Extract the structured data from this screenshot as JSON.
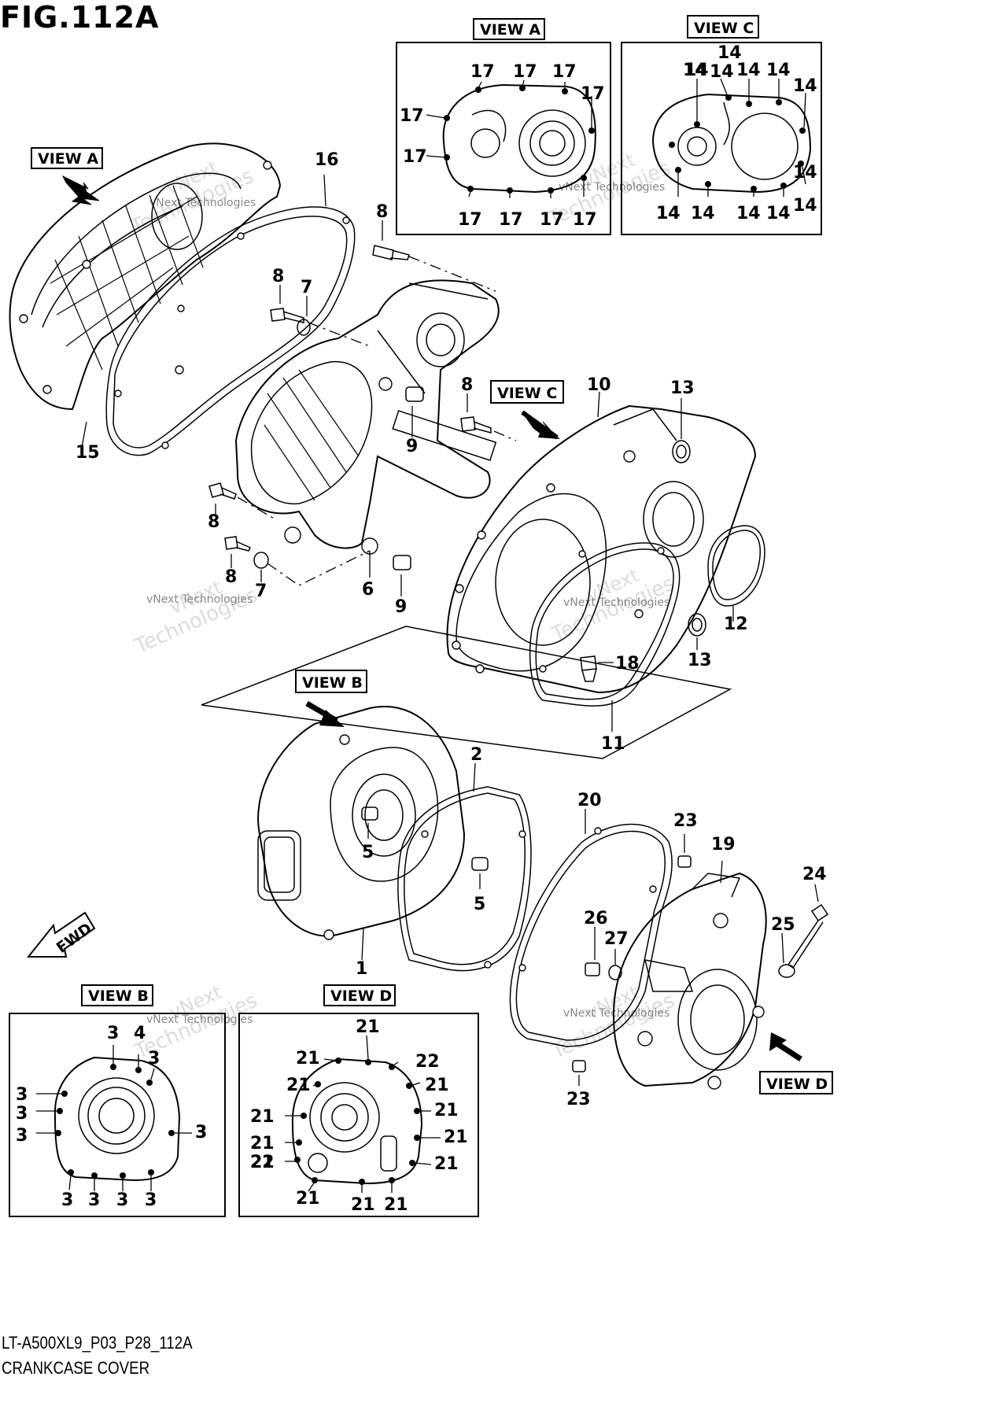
{
  "figure_title": "FIG.112A",
  "footer": {
    "model_code": "LT-A500XL9_P03_P28_112A",
    "group_name": "CRANKCASE COVER"
  },
  "view_labels": {
    "view_a": "VIEW A",
    "view_b": "VIEW B",
    "view_c": "VIEW C",
    "view_d": "VIEW D"
  },
  "fwd_label": "FWD",
  "watermark": {
    "line1": "vNext",
    "line2": "Technologies",
    "line3": "vNext Technologies"
  },
  "callouts": {
    "main": [
      "16",
      "15",
      "8",
      "8",
      "7",
      "8",
      "9",
      "8",
      "8",
      "7",
      "6",
      "9",
      "10",
      "13",
      "12",
      "13",
      "18",
      "11",
      "2",
      "5",
      "5",
      "1",
      "20",
      "23",
      "19",
      "24",
      "26",
      "27",
      "25",
      "23"
    ],
    "view_a": [
      "17",
      "17",
      "17",
      "17",
      "17",
      "17",
      "17",
      "17",
      "17",
      "17"
    ],
    "view_c": [
      "14",
      "14",
      "14",
      "14",
      "14",
      "14",
      "14",
      "14",
      "14",
      "14",
      "14",
      "14",
      "14",
      "14",
      "14"
    ],
    "view_b": [
      "3",
      "4",
      "3",
      "3",
      "3",
      "3",
      "3",
      "3",
      "3",
      "3",
      "3",
      "3"
    ],
    "view_d": [
      "21",
      "21",
      "22",
      "21",
      "21",
      "21",
      "21",
      "21",
      "21",
      "21",
      "22",
      "21",
      "21",
      "21",
      "21"
    ]
  }
}
